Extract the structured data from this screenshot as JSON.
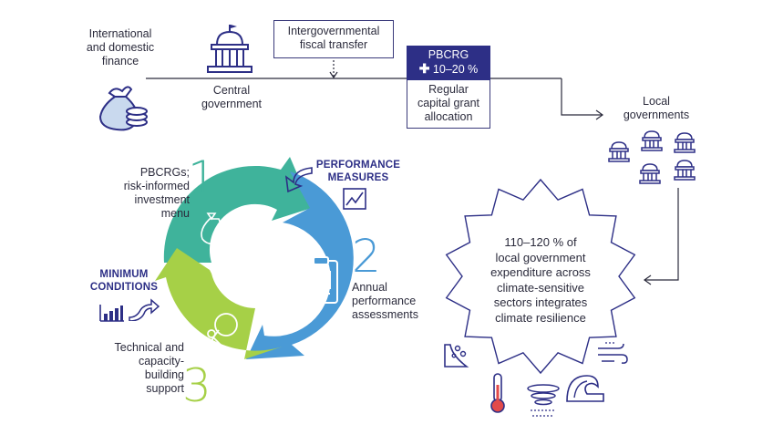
{
  "top": {
    "finance_label": "International\nand domestic\nfinance",
    "central_label": "Central\ngovernment",
    "transfer_label": "Intergovernmental\nfiscal transfer",
    "pbcrg_title": "PBCRG",
    "pbcrg_range": "10–20 %",
    "regular_label": "Regular\ncapital grant\nallocation",
    "local_label": "Local\ngovernments"
  },
  "cycle": {
    "step1_num": "1",
    "step1_label": "PBCRGs;\nrisk-informed\ninvestment\nmenu",
    "step2_num": "2",
    "step2_label": "Annual\nperformance\nassessments",
    "step3_num": "3",
    "step3_label": "Technical and\ncapacity-\nbuilding\nsupport",
    "performance_label": "PERFORMANCE\nMEASURES",
    "minimum_label": "MINIMUM\nCONDITIONS"
  },
  "badge": {
    "text": "110–120 % of\nlocal government\nexpenditure across\nclimate-sensitive\nsectors integrates\nclimate resilience"
  },
  "colors": {
    "teal": "#3fb39b",
    "blue": "#4a9ad6",
    "green": "#a6d047",
    "navy": "#2d2f86",
    "line": "#2b2b3c"
  }
}
